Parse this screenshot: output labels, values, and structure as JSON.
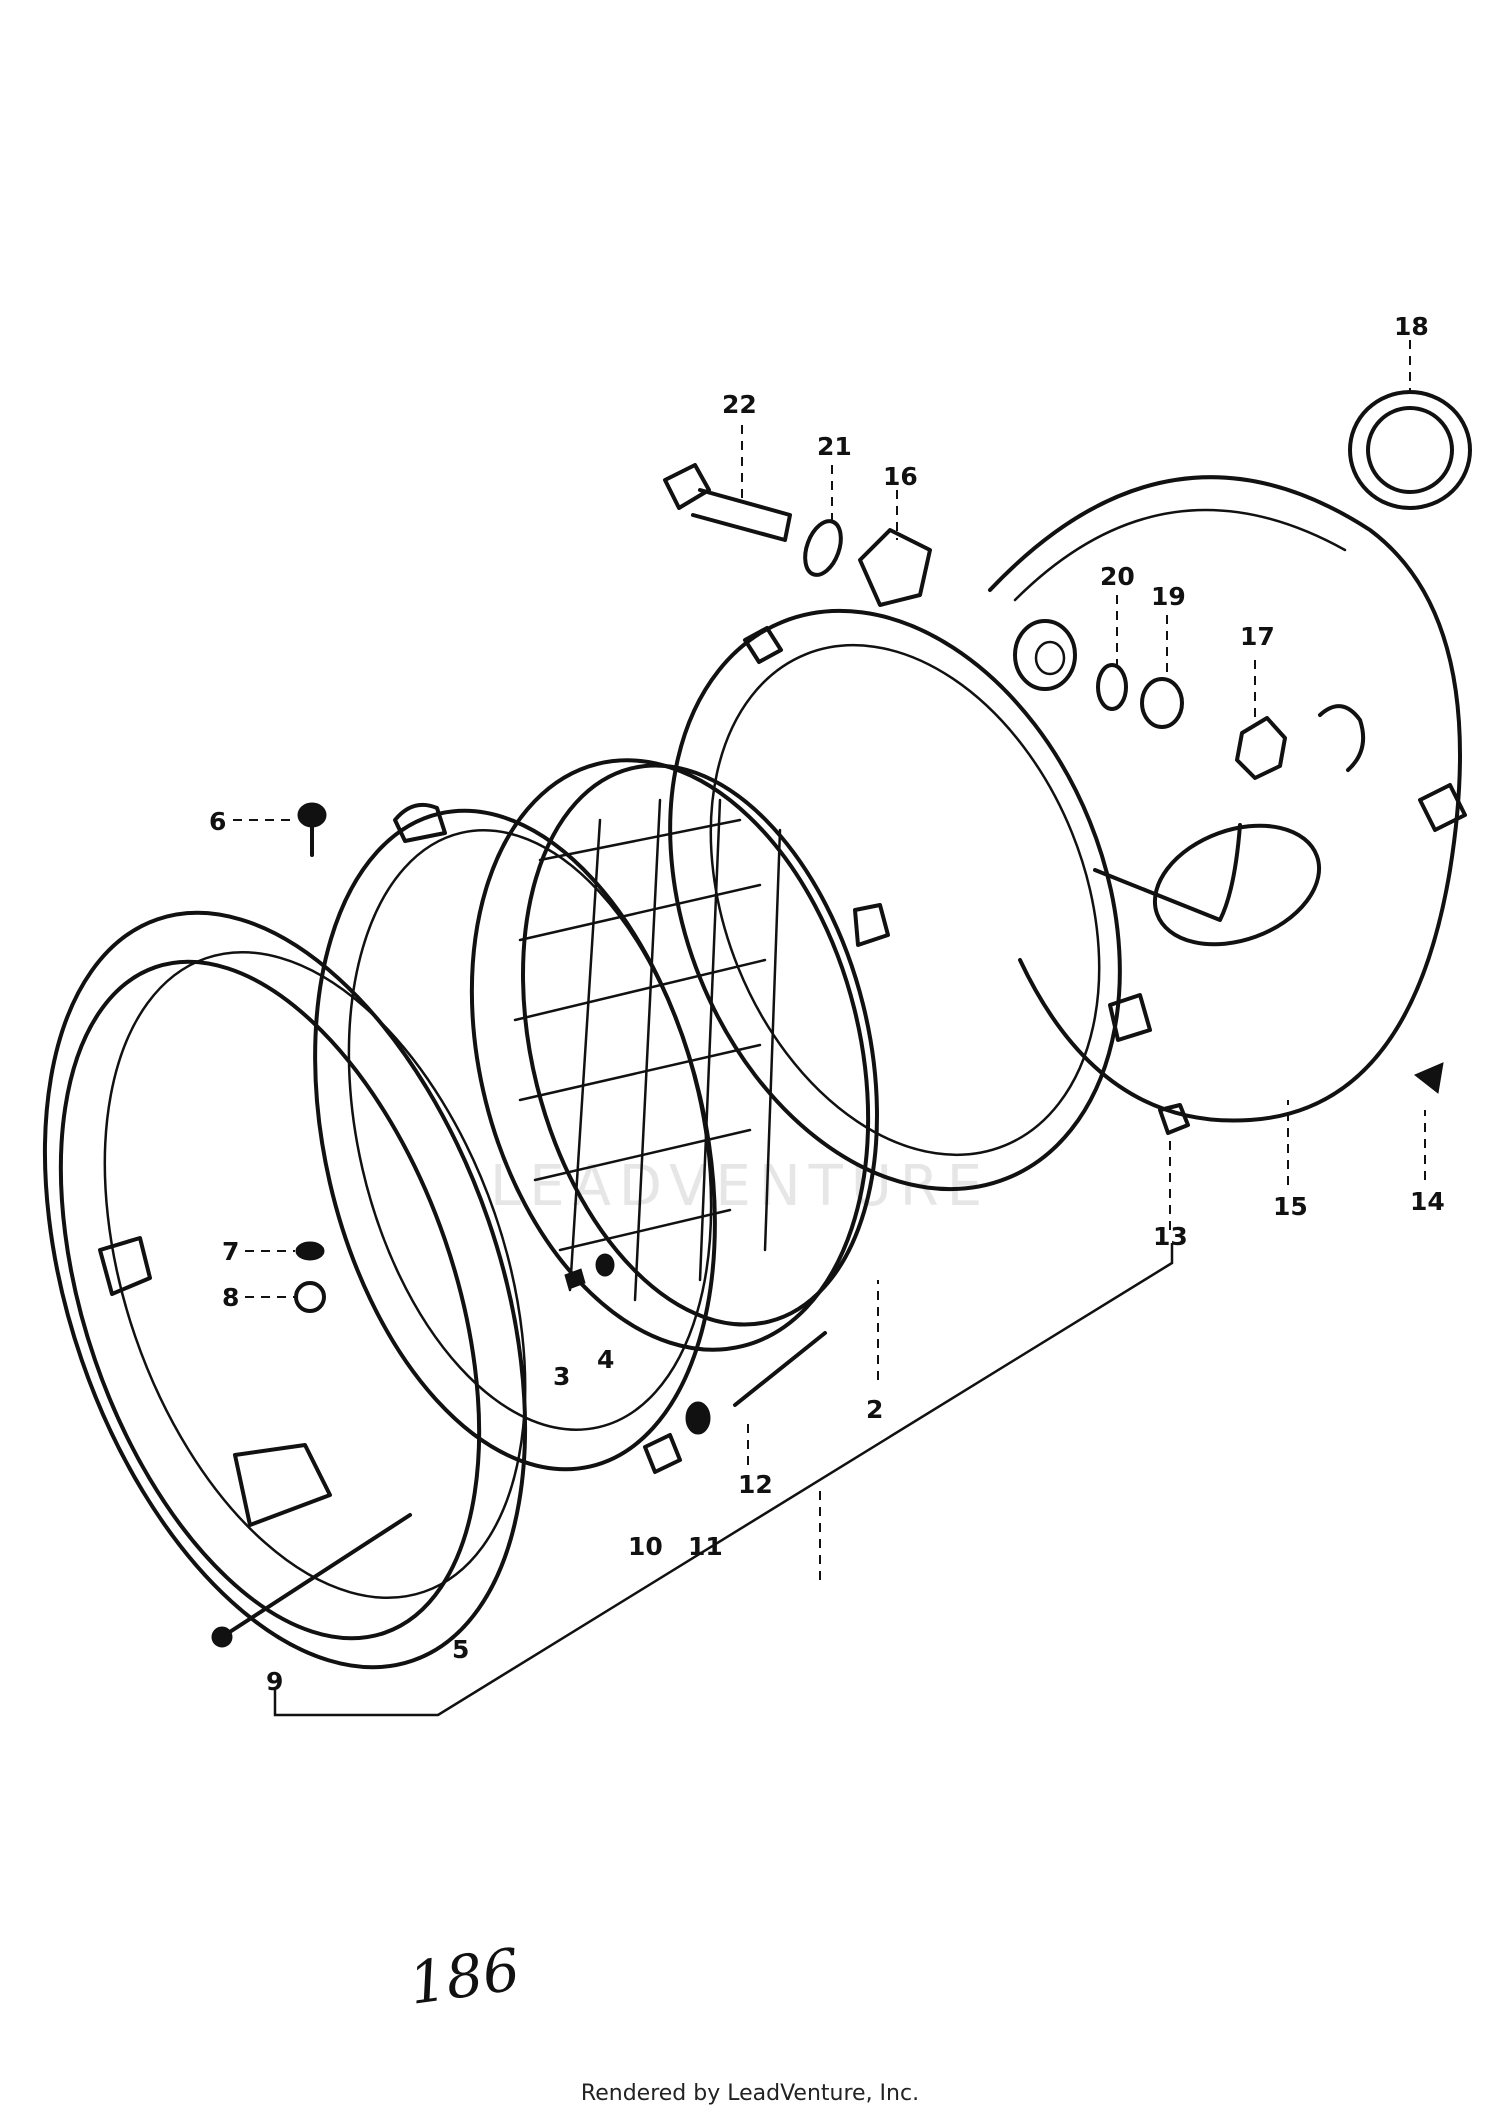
{
  "diagram": {
    "callouts": [
      "2",
      "3",
      "4",
      "5",
      "6",
      "7",
      "8",
      "9",
      "10",
      "11",
      "12",
      "13",
      "14",
      "15",
      "16",
      "17",
      "18",
      "19",
      "20",
      "21",
      "22"
    ],
    "page_number": "186",
    "watermark": "LEADVENTURE",
    "footer": "Rendered by LeadVenture, Inc."
  }
}
